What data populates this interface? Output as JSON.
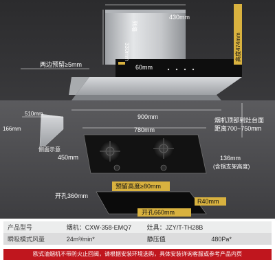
{
  "colors": {
    "background": "#3a3a3c",
    "accent_gold": "#d9b23f",
    "stainless": "#c9cbce",
    "glass": "#0d0d0d",
    "note_red": "#c0161e"
  },
  "hood": {
    "chimney_width": "430mm",
    "chimney_depth": "330mm",
    "chimney_depth_tag": "到墙",
    "height_label": "高度474mm",
    "side_clearance": "两边预留≥5mm",
    "panel_height": "60mm",
    "hood_width": "900mm",
    "hood_depth": "510mm",
    "side_height": "166mm",
    "side_view_caption": "侧面示意",
    "distance_line1": "烟机顶部到灶台面",
    "distance_line2": "距离700~750mm"
  },
  "cooktop": {
    "width": "780mm",
    "depth": "450mm",
    "pot_support_height": "136mm",
    "pot_support_note": "(含锅支架高度)",
    "reserved_height": "预留高度≥80mm"
  },
  "cutout": {
    "depth": "开孔360mm",
    "width": "开孔660mm",
    "corner_radius": "R40mm"
  },
  "specs": {
    "rows": [
      {
        "c1": "产品型号",
        "c2": "烟机：CXW-358-EMQ7",
        "c3": "灶具：JZY/T-TH28B"
      },
      {
        "c1": "瞬吸模式风量",
        "c2": "24m³/min*",
        "c3": "静压值",
        "c4": "480Pa*"
      }
    ],
    "note": "欧式油烟机不带防火止回阀，请根据安装环境选购，具体安装详询客服或参考产品内页"
  }
}
